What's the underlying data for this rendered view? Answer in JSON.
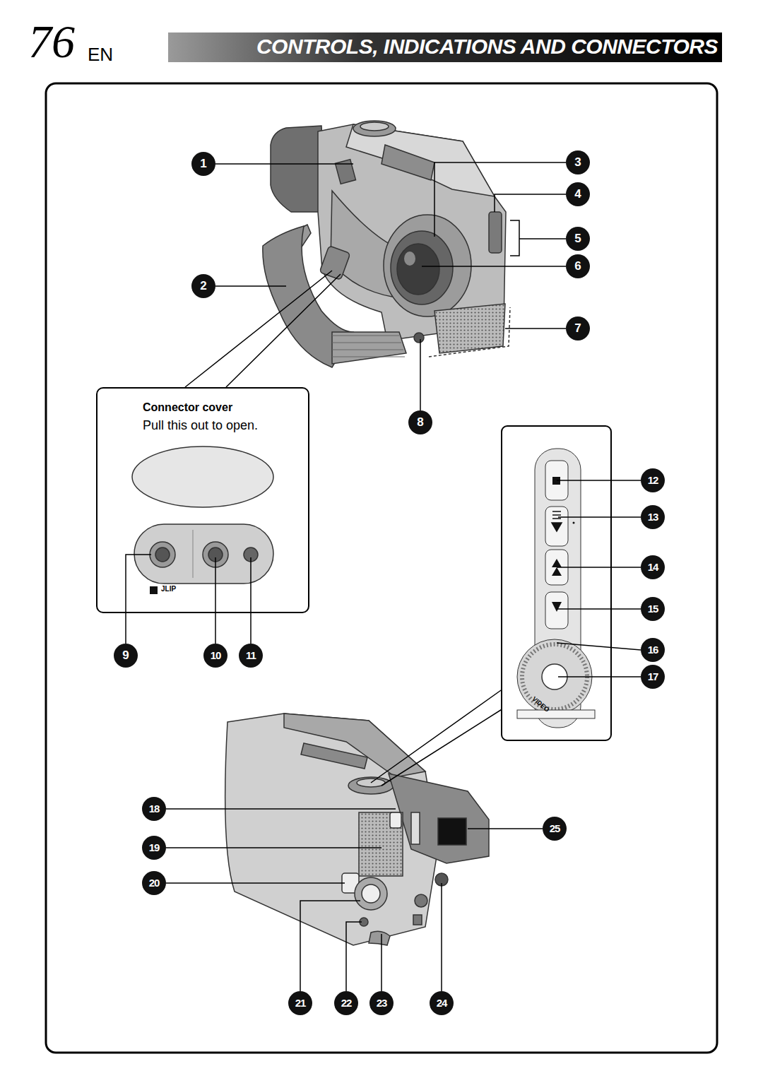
{
  "diagram": {
    "title": "CONTROLS, INDICATIONS AND CONNECTORS",
    "nodes": [
      {
        "text": [
          "Connector cover",
          "Pull this out to open.",
          "JLIP"
        ]
      }
    ],
    "labels": [
      "76",
      "EN",
      "1",
      "2",
      "3",
      "4",
      "5",
      "6",
      "7",
      "8",
      "9",
      "10",
      "11",
      "12",
      "13",
      "14",
      "15",
      "16",
      "17",
      "18",
      "19",
      "20",
      "21",
      "22",
      "23",
      "24",
      "25",
      "VIDEO"
    ]
  }
}
